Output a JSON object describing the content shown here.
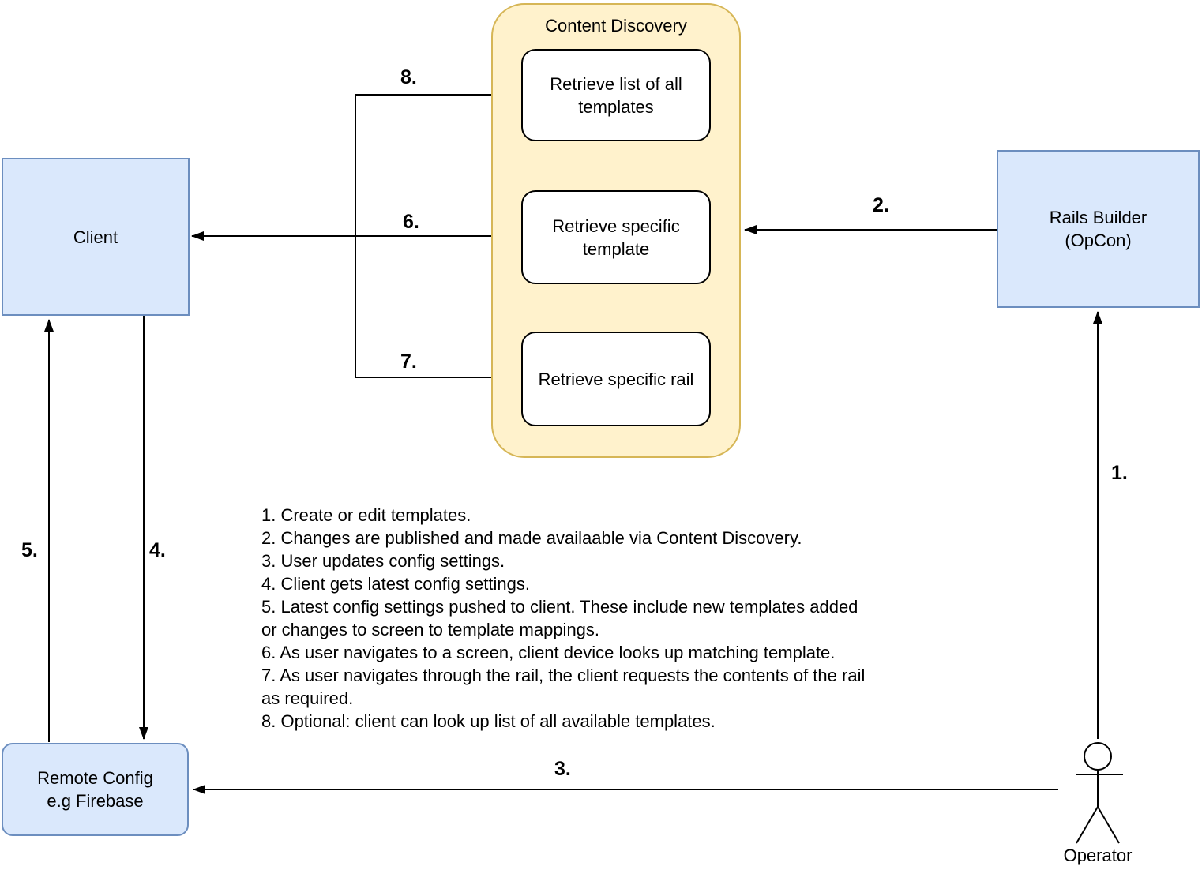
{
  "diagram": {
    "nodes": {
      "client": {
        "label": "Client"
      },
      "rails_builder": {
        "line1": "Rails Builder",
        "line2": "(OpCon)"
      },
      "remote_config": {
        "line1": "Remote Config",
        "line2": "e.g Firebase"
      },
      "operator": {
        "label": "Operator"
      }
    },
    "content_discovery": {
      "title": "Content Discovery",
      "steps": [
        {
          "label": "Retrieve list of all templates"
        },
        {
          "label": "Retrieve specific template"
        },
        {
          "label": "Retrieve specific rail"
        }
      ]
    },
    "arrow_labels": {
      "n1": "1.",
      "n2": "2.",
      "n3": "3.",
      "n4": "4.",
      "n5": "5.",
      "n6": "6.",
      "n7": "7.",
      "n8": "8."
    },
    "notes_lines": [
      "1. Create or edit templates.",
      "2. Changes are published and made availaable via Content Discovery.",
      "3. User updates config settings.",
      "4. Client gets latest config settings.",
      "5. Latest config settings pushed to client. These include new templates added",
      "or changes to screen to template mappings.",
      "6. As user navigates to a screen, client device looks up matching template.",
      "7. As user navigates through the rail, the client requests the contents of the rail",
      "as required.",
      "8. Optional: client can look up list of all available templates."
    ],
    "colors": {
      "node_fill": "#dae8fc",
      "node_border": "#6c8ebf",
      "container_fill": "#fff2cc",
      "container_border": "#d6b656",
      "inner_box_fill": "#ffffff",
      "line": "#000000"
    }
  }
}
